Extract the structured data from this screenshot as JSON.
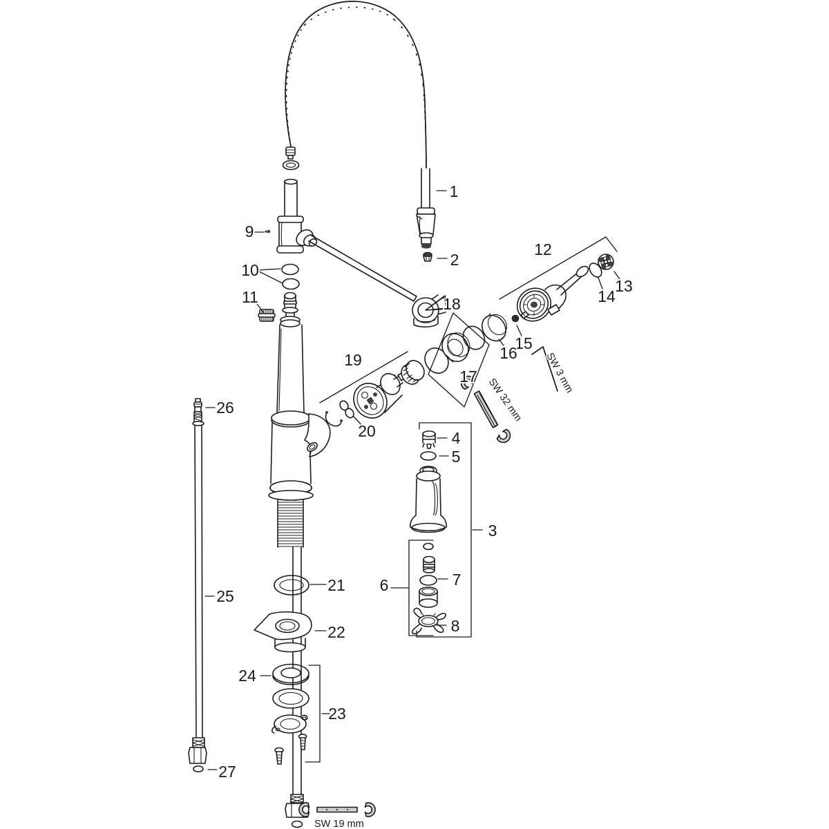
{
  "diagram": {
    "type": "exploded-parts-diagram",
    "labels": {
      "p1": "1",
      "p2": "2",
      "p3": "3",
      "p4": "4",
      "p5": "5",
      "p6": "6",
      "p7": "7",
      "p8": "8",
      "p9": "9",
      "p10": "10",
      "p11": "11",
      "p12": "12",
      "p13": "13",
      "p14": "14",
      "p15": "15",
      "p16": "16",
      "p17": "17",
      "p18": "18",
      "p19": "19",
      "p20": "20",
      "p21": "21",
      "p22": "22",
      "p23": "23",
      "p24": "24",
      "p25": "25",
      "p26": "26",
      "p27": "27",
      "sw3": "SW 3 mm",
      "sw32": "SW 32 mm",
      "sw19": "SW 19 mm"
    },
    "colors": {
      "line": "#1b1b1b",
      "background": "#ffffff",
      "tool_fill": "#cfcfcf",
      "dark_detail": "#3f3f3f"
    }
  }
}
